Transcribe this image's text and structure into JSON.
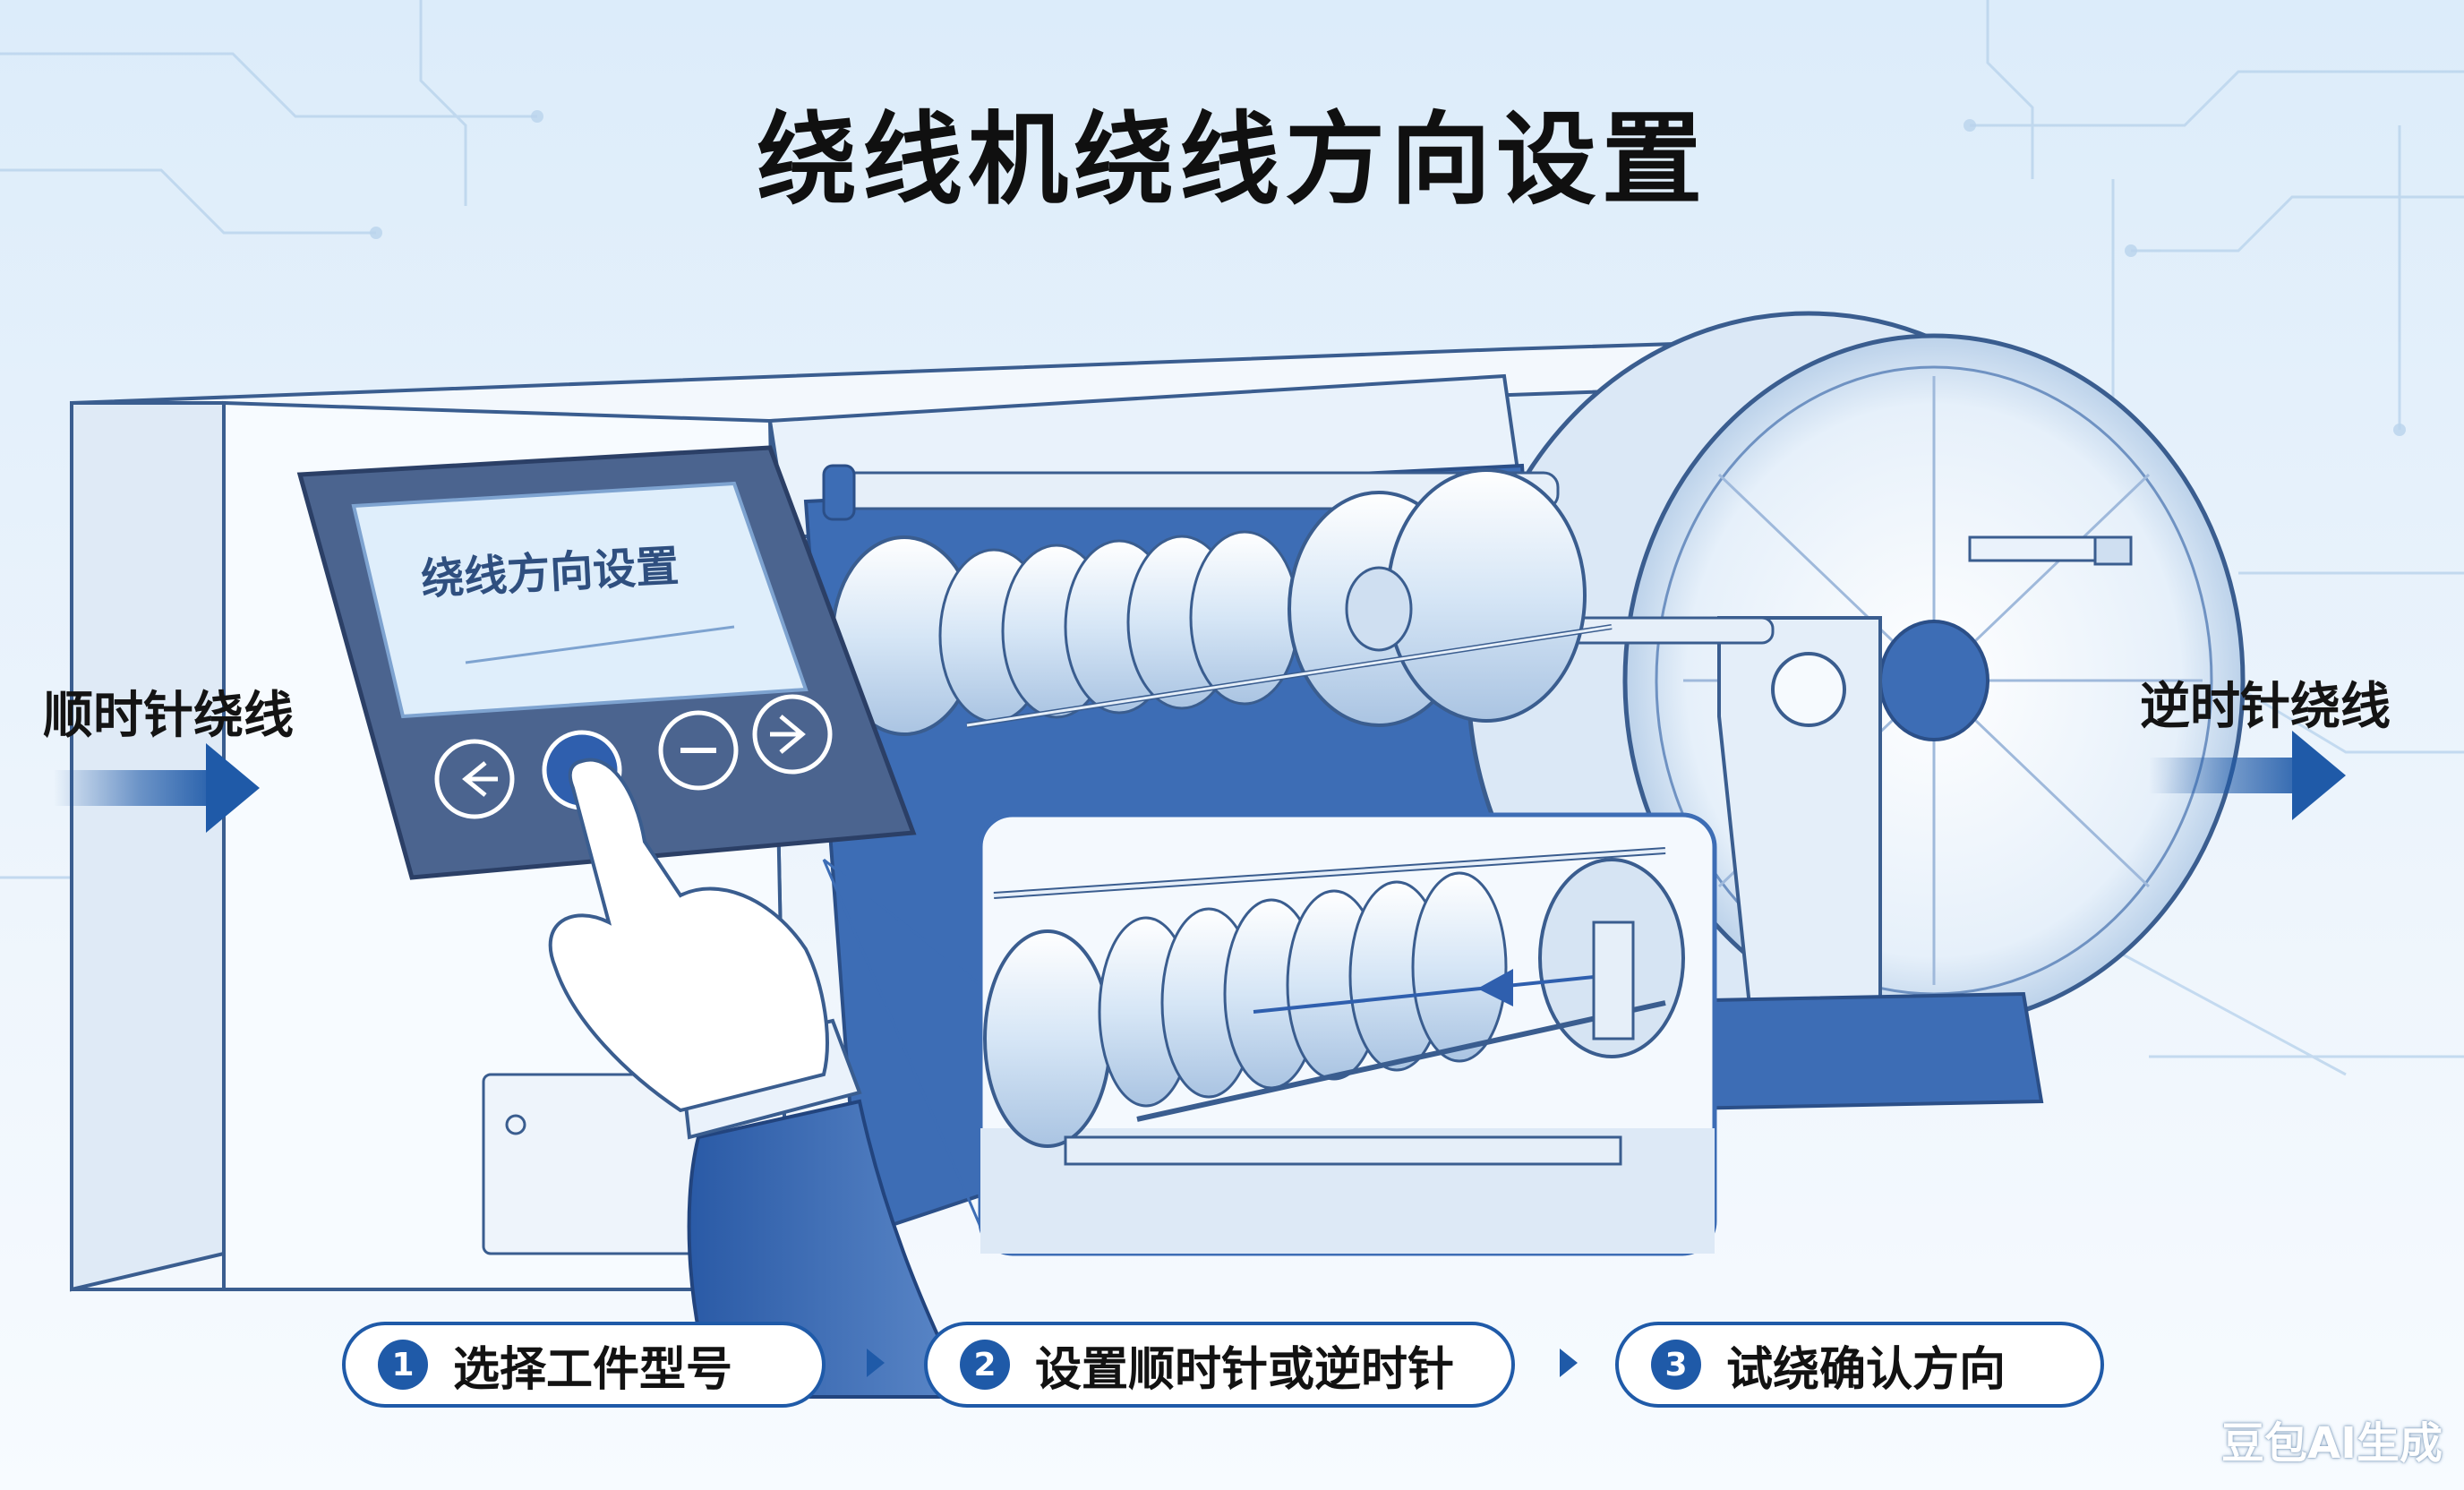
{
  "title": "绕线机绕线方向设置",
  "screen": {
    "title": "绕线方向设置"
  },
  "panel_buttons": [
    {
      "icon": "arrow-left-icon"
    },
    {
      "icon": "confirm-circle-icon"
    },
    {
      "icon": "minus-icon"
    },
    {
      "icon": "arrow-right-icon"
    }
  ],
  "labels": {
    "left": "顺时针绕线",
    "right": "逆时针绕线"
  },
  "steps": [
    {
      "num": "1",
      "text": "选择工件型号"
    },
    {
      "num": "2",
      "text": "设置顺时针或逆时针"
    },
    {
      "num": "3",
      "text": "试绕确认方向"
    }
  ],
  "watermark": "豆包AI生成",
  "colors": {
    "accent": "#1f5aa8",
    "machine_blue": "#3d6db5",
    "background": "#eaf3fb",
    "panel_dark": "#4b648f",
    "screen_bg": "#dfeefb"
  }
}
